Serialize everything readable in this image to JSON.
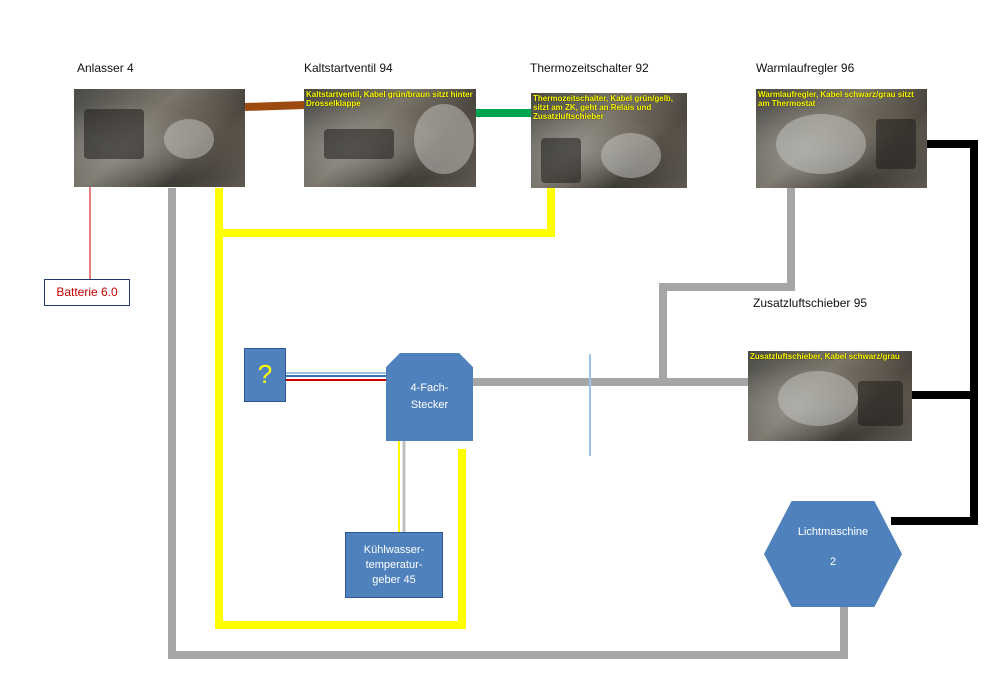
{
  "components": {
    "anlasser": {
      "title": "Anlasser 4"
    },
    "kaltstart": {
      "title": "Kaltstartventil   94",
      "caption": "Kaltstartventil, Kabel grün/braun sitzt hinter Drosselklappe"
    },
    "thermozeit": {
      "title": "Thermozeitschalter  92",
      "caption": "Thermozeitschalter, Kabel grün/gelb, sitzt am ZK, geht an Relais und Zusatzluftschieber"
    },
    "warmlauf": {
      "title": "Warmlaufregler  96",
      "caption": "Warmlaufregler, Kabel schwarz/grau sitzt am Thermostat"
    },
    "zusatzluft": {
      "title": "Zusatzluftschieber  95",
      "caption": "Zusatzluftschieber, Kabel schwarz/grau"
    },
    "batterie": {
      "label": "Batterie 6.0"
    },
    "unknown": {
      "label": "?"
    },
    "stecker": {
      "line1": "4-Fach-",
      "line2": "Stecker"
    },
    "kuehlwasser": {
      "line1": "Kühlwasser-",
      "line2": "temperatur-",
      "line3": "geber 45"
    },
    "lichtmaschine": {
      "line1": "Lichtmaschine",
      "line2": "2"
    }
  },
  "wire_colors": {
    "brown": "#9c4a10",
    "green": "#00a550",
    "yellow": "#ffff00",
    "gray": "#a6a6a6",
    "black": "#000000",
    "red": "#cc0000",
    "light_blue": "#9dc3e6",
    "blue": "#2e75b6",
    "box_blue": "#4f81bd"
  }
}
